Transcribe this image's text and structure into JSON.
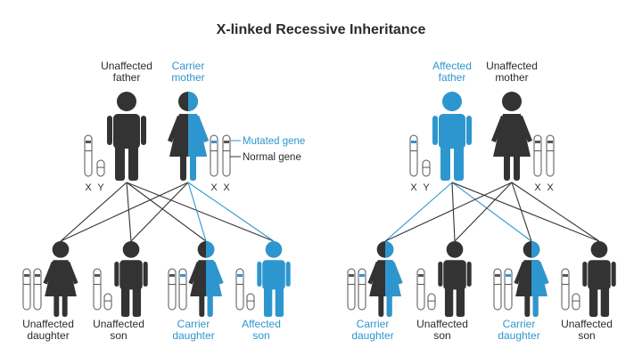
{
  "title": "X-linked Recessive Inheritance",
  "colors": {
    "dark": "#333333",
    "blue": "#2e96cf",
    "chromosome_outline": "#555555"
  },
  "legend": {
    "mutated": "Mutated gene",
    "normal": "Normal gene"
  },
  "chrom_labels": {
    "x": "X",
    "y": "Y"
  },
  "panels": [
    {
      "parents": [
        {
          "role": "father",
          "lines": [
            "Unaffected",
            "father"
          ],
          "status": "unaffected",
          "sex": "male"
        },
        {
          "role": "mother",
          "lines": [
            "Carrier",
            "mother"
          ],
          "status": "carrier",
          "sex": "female"
        }
      ],
      "children": [
        {
          "lines": [
            "Unaffected",
            "daughter"
          ],
          "status": "unaffected",
          "sex": "female"
        },
        {
          "lines": [
            "Unaffected",
            "son"
          ],
          "status": "unaffected",
          "sex": "male"
        },
        {
          "lines": [
            "Carrier",
            "daughter"
          ],
          "status": "carrier",
          "sex": "female"
        },
        {
          "lines": [
            "Affected",
            "son"
          ],
          "status": "affected",
          "sex": "male"
        }
      ]
    },
    {
      "parents": [
        {
          "role": "father",
          "lines": [
            "Affected",
            "father"
          ],
          "status": "affected",
          "sex": "male"
        },
        {
          "role": "mother",
          "lines": [
            "Unaffected",
            "mother"
          ],
          "status": "unaffected",
          "sex": "female"
        }
      ],
      "children": [
        {
          "lines": [
            "Carrier",
            "daughter"
          ],
          "status": "carrier",
          "sex": "female"
        },
        {
          "lines": [
            "Unaffected",
            "son"
          ],
          "status": "unaffected",
          "sex": "male"
        },
        {
          "lines": [
            "Carrier",
            "daughter"
          ],
          "status": "carrier",
          "sex": "female"
        },
        {
          "lines": [
            "Unaffected",
            "son"
          ],
          "status": "unaffected",
          "sex": "male"
        }
      ]
    }
  ]
}
